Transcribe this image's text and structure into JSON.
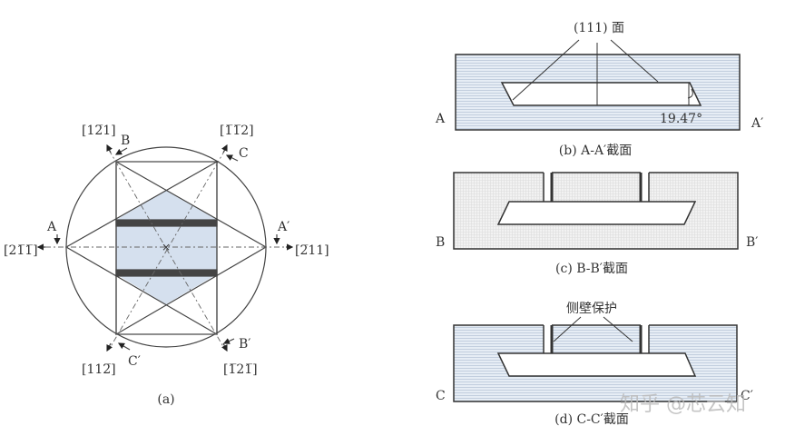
{
  "colors": {
    "fill_blue": "#dbe4ef",
    "bar_dark": "#444444",
    "line": "#333333"
  },
  "fig_a": {
    "caption": "(a)",
    "directions": {
      "top_left": "[12̅1]",
      "top_right": "[1̅1̅2]",
      "left": "[21̅1̅]",
      "right": "[2̅11]",
      "bottom_left": "[112̅]",
      "bottom_right": "[1̅21̅]"
    },
    "markers": {
      "a": "A",
      "a_prime": "A′",
      "b": "B",
      "b_prime": "B′",
      "c": "C",
      "c_prime": "C′"
    }
  },
  "fig_b": {
    "plane_label": "(111) 面",
    "angle": "19.47°",
    "left": "A",
    "right": "A′",
    "caption": "(b) A-A′截面"
  },
  "fig_c": {
    "left": "B",
    "right": "B′",
    "caption": "(c) B-B′截面"
  },
  "fig_d": {
    "wall_label": "侧壁保护",
    "left": "C",
    "right": "C′",
    "caption": "(d) C-C′截面"
  },
  "watermark": "知乎 @芯云知"
}
